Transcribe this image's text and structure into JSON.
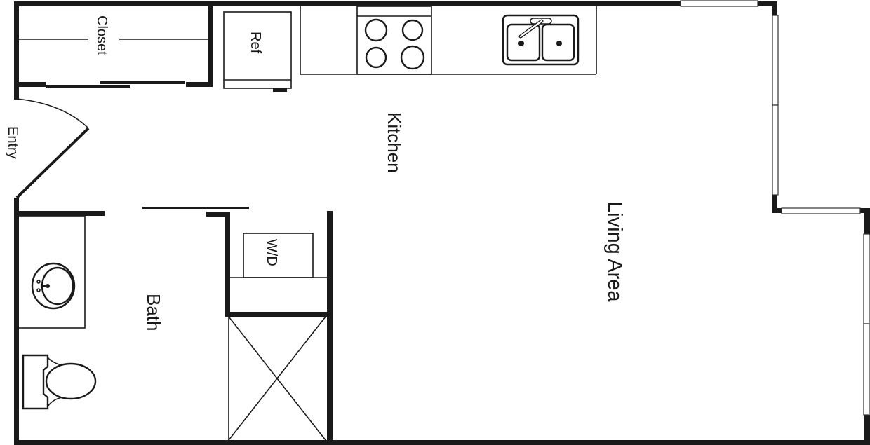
{
  "floor_plan": {
    "rooms": {
      "closet": "Closet",
      "refrigerator": "Ref",
      "entry": "Entry",
      "kitchen": "Kitchen",
      "living_area": "Living Area",
      "bath": "Bath",
      "washer_dryer": "W/D"
    },
    "fixtures": [
      "stove-4-burner",
      "double-sink",
      "refrigerator",
      "washer-dryer",
      "bathroom-sink",
      "toilet",
      "shower"
    ],
    "colors": {
      "wall": "#1a1a1a",
      "background": "#ffffff"
    }
  }
}
